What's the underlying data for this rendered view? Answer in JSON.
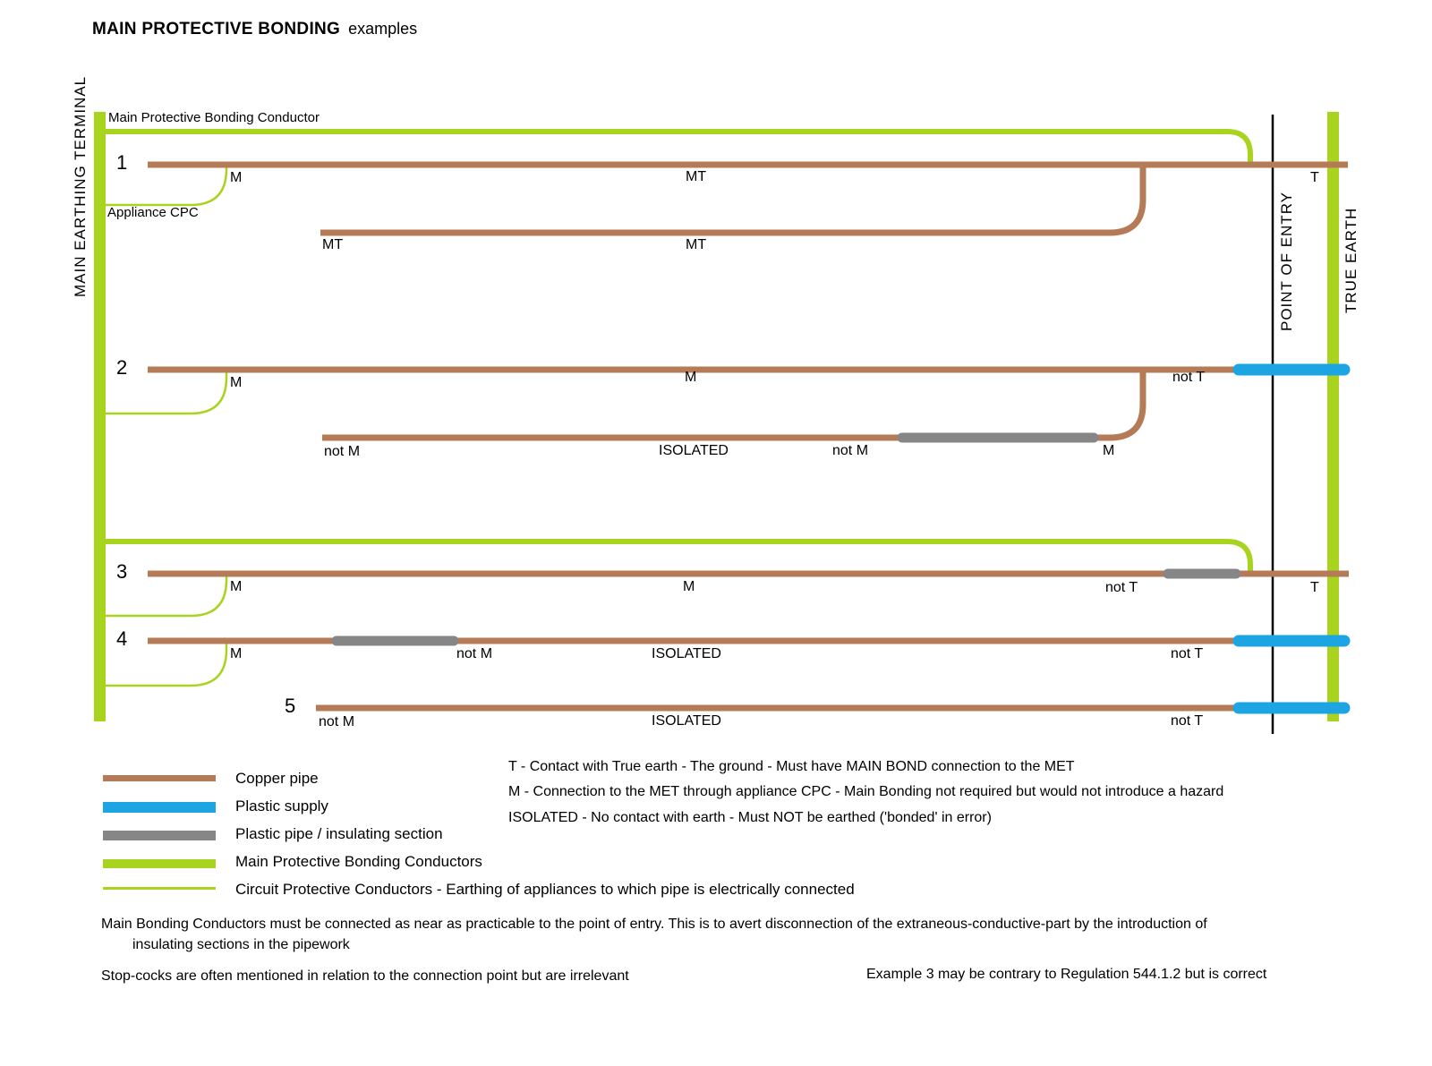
{
  "title": {
    "main": "MAIN PROTECTIVE BONDING",
    "suffix": "examples"
  },
  "rails": {
    "met_label": "MAIN EARTHING TERMINAL",
    "poe_label": "POINT OF ENTRY",
    "true_earth_label": "TRUE EARTH"
  },
  "diagram": {
    "bond_conductor_label": "Main Protective Bonding Conductor",
    "appliance_cpc_label": "Appliance CPC",
    "examples": [
      {
        "number": "1",
        "labels": {
          "m": "M",
          "mid": "MT",
          "t": "T"
        },
        "branch_labels": {
          "left": "MT",
          "mid": "MT"
        }
      },
      {
        "number": "2",
        "labels": {
          "m": "M",
          "mid": "M",
          "not_t": "not T"
        },
        "branch_labels": {
          "left": "not M",
          "isolated": "ISOLATED",
          "not_m": "not M",
          "m": "M"
        }
      },
      {
        "number": "3",
        "labels": {
          "m": "M",
          "mid": "M",
          "not_t": "not T",
          "t": "T"
        }
      },
      {
        "number": "4",
        "labels": {
          "m": "M",
          "not_m": "not M",
          "isolated": "ISOLATED",
          "not_t": "not T"
        }
      },
      {
        "number": "5",
        "labels": {
          "not_m": "not M",
          "isolated": "ISOLATED",
          "not_t": "not T"
        }
      }
    ]
  },
  "legend": {
    "items": [
      {
        "label": "Copper pipe",
        "color": "#b57b57"
      },
      {
        "label": "Plastic supply",
        "color": "#1da5e3"
      },
      {
        "label": "Plastic pipe / insulating section",
        "color": "#868686"
      },
      {
        "label": "Main Protective Bonding Conductors",
        "color": "#a8d420"
      },
      {
        "label": "Circuit Protective Conductors - Earthing of appliances to which pipe is electrically connected",
        "color": "#a8d420"
      }
    ]
  },
  "definitions": [
    "T - Contact with True earth - The ground  - Must have MAIN BOND connection to the MET",
    "M - Connection to the MET through appliance CPC  - Main Bonding not required but would not introduce a hazard",
    "ISOLATED - No contact with earth  - Must NOT be earthed ('bonded' in error)"
  ],
  "notes": {
    "note1_line1": "Main Bonding Conductors must be connected as near as practicable to the point of entry. This is to avert disconnection of the extraneous-conductive-part by the introduction of",
    "note1_line2": "insulating sections in the pipework",
    "note2": "Stop-cocks are often mentioned in relation to the connection point but are irrelevant",
    "note3": "Example 3 may be contrary to Regulation 544.1.2 but is correct"
  },
  "colors": {
    "copper": "#b57b57",
    "plastic_supply": "#1da5e3",
    "insulating_section": "#868686",
    "bonding_conductor": "#a8d420",
    "point_of_entry_line": "#000000"
  }
}
